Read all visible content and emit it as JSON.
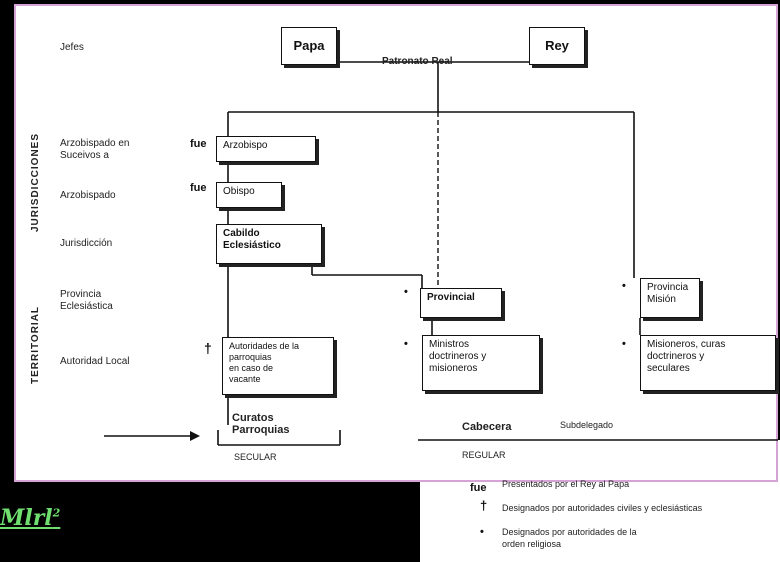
{
  "row_labels": {
    "jefes": "Jefes",
    "arzobispado": "Arzobispado en\nSuceivos a",
    "obispado": "Arzobispado",
    "jurisdiccion": "Jurisdicción",
    "provincia": "Provincia\nEclesiástica",
    "local": "Autoridad Local"
  },
  "side_labels": {
    "top": "JURISDICCIONES",
    "bottom": "TERRITORIAL"
  },
  "heads": {
    "papa": "Papa",
    "rey": "Rey",
    "patronato": "Patronato Real"
  },
  "boxes": {
    "arzobispo": "Arzobispo",
    "obispo": "Obispo",
    "cabildo": "Cabildo\nEclesiástico",
    "provincial": "Provincial",
    "provincia_mision": "Provincia\nMisión",
    "autoridades": "Autoridades de la\nparroquias\nen caso de\nvacante",
    "ministros": "Ministros\ndoctrineros y\nmisioneros",
    "misioneros": "Misioneros, curas\ndoctrineros y\nseculares",
    "curatos": "Curatos\nParroquias"
  },
  "marks": {
    "fue1": "fue",
    "fue2": "fue",
    "dagger": "†",
    "dot1": "•",
    "dot2": "•",
    "dot3": "•",
    "dot4": "•"
  },
  "below_curatos": "SECULAR",
  "legend": {
    "cabecera_label": "Cabecera",
    "cabecera_value": "Subdelegado",
    "regular": "REGULAR",
    "items": [
      {
        "symbol": "fue",
        "text": "Presentados por el Rey al Papa"
      },
      {
        "symbol": "†",
        "text": "Designados por autoridades civiles y eclesiásticas"
      },
      {
        "symbol": "•",
        "text": "Designados por autoridades de la\norden religiosa"
      }
    ]
  },
  "logo": {
    "text": "Mlrl",
    "sup": "2"
  }
}
